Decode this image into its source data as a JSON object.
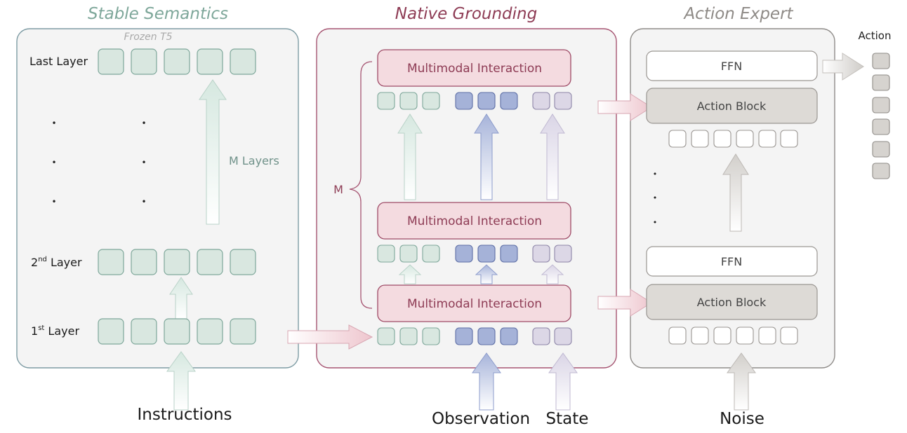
{
  "titles": {
    "stable": "Stable Semantics",
    "grounding": "Native Grounding",
    "action": "Action Expert"
  },
  "semantics": {
    "frozen": "Frozen T5",
    "last_layer": "Last Layer",
    "second_layer_num": "2",
    "second_layer_sup": "nd",
    "second_layer_word": " Layer",
    "first_layer_num": "1",
    "first_layer_sup": "st",
    "first_layer_word": " Layer",
    "m_layers": "M Layers",
    "dot": "•"
  },
  "grounding": {
    "mm_top": "Multimodal Interaction",
    "mm_mid": "Multimodal Interaction",
    "mm_bottom": "Multimodal Interaction",
    "m_label": "M"
  },
  "action": {
    "ffn_top": "FFN",
    "block_top": "Action Block",
    "ffn_bottom": "FFN",
    "block_bottom": "Action Block",
    "output": "Action",
    "dot": "•"
  },
  "inputs": {
    "instructions": "Instructions",
    "observation": "Observation",
    "state": "State",
    "noise": "Noise"
  },
  "colors": {
    "green": "#7ea79a",
    "green_fill": "#d9e7e0",
    "crimson": "#8e3c55",
    "crimson_fill": "#f4dbe0",
    "blue": "#5e6fa6",
    "blue_fill": "#a5b2d8",
    "lavender": "#8e86a8",
    "lavender_fill": "#dcd7e6",
    "gray": "#9a9692"
  }
}
